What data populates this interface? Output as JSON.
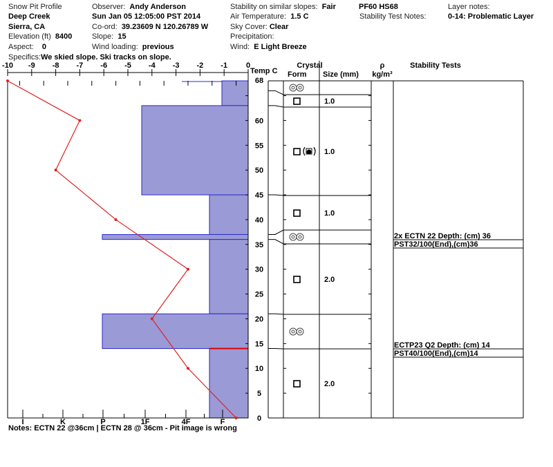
{
  "header": {
    "title": "Snow Pit Profile",
    "location": "Deep Creek",
    "region": "Sierra, CA",
    "elevation_label": "Elevation (ft)",
    "elevation": "8400",
    "aspect_label": "Aspect:",
    "aspect": "0",
    "specifics_label": "Specifics:",
    "specifics": "We skied slope. Ski tracks on slope.",
    "observer_label": "Observer:",
    "observer": "Andy Anderson",
    "datetime": "Sun Jan 05 12:05:00 PST 2014",
    "coord_label": "Co-ord:",
    "coord": "39.23609 N 120.26789 W",
    "slope_label": "Slope:",
    "slope": "15",
    "wind_loading_label": "Wind loading:",
    "wind_loading": "previous",
    "stability_label": "Stability on similar slopes:",
    "stability": "Fair",
    "air_temp_label": "Air Temperature:",
    "air_temp": "1.5 C",
    "sky_label": "Sky Cover:",
    "sky": "Clear",
    "precip_label": "Precipitation:",
    "wind_label": "Wind:",
    "wind": "E Light Breeze",
    "pf_hs": "PF60 HS68",
    "stability_notes_label": "Stability Test Notes:",
    "layer_notes_label": "Layer notes:",
    "layer_notes": "0-14: Problematic Layer"
  },
  "notes": "Notes:  ECTN 22 @36cm | ECTN 28 @ 36cm - Pit image is wrong",
  "chart_data": {
    "type": "line",
    "title": "Snow Pit Profile",
    "xlabel": "Temp C",
    "x_ticks": [
      "-10",
      "-9",
      "-8",
      "-7",
      "-6",
      "-5",
      "-4",
      "-3",
      "-2",
      "-1",
      "0"
    ],
    "xlim": [
      -10,
      0
    ],
    "ylim": [
      0,
      68
    ],
    "y_ticks": [
      "68",
      "60",
      "55",
      "50",
      "45",
      "40",
      "35",
      "30",
      "25",
      "20",
      "15",
      "10",
      "5",
      "0"
    ],
    "hardness_ticks": [
      "I",
      "K",
      "P",
      "1F",
      "4F",
      "F"
    ],
    "temperature_profile": [
      {
        "depth": 68,
        "temp": -10
      },
      {
        "depth": 60,
        "temp": -7
      },
      {
        "depth": 50,
        "temp": -8
      },
      {
        "depth": 40,
        "temp": -5.5
      },
      {
        "depth": 30,
        "temp": -2.5
      },
      {
        "depth": 20,
        "temp": -4
      },
      {
        "depth": 10,
        "temp": -2.5
      },
      {
        "depth": 0,
        "temp": -0.5
      }
    ],
    "hardness_layers": [
      {
        "top": 68,
        "bottom": 63,
        "hardness": "F-"
      },
      {
        "top": 63,
        "bottom": 45,
        "hardness": "1F"
      },
      {
        "top": 45,
        "bottom": 37,
        "hardness": "F"
      },
      {
        "top": 37,
        "bottom": 36,
        "hardness": "P"
      },
      {
        "top": 36,
        "bottom": 21,
        "hardness": "F"
      },
      {
        "top": 21,
        "bottom": 14,
        "hardness": "P"
      },
      {
        "top": 14,
        "bottom": 0,
        "hardness": "F"
      }
    ],
    "problem_layer_depth": 14,
    "colors": {
      "temperature": "#e02020",
      "hardness_fill": "#9a9ad6",
      "hardness_edge": "#2a2acc"
    }
  },
  "table": {
    "crystal_header": "Crystal",
    "form_header": "Form",
    "size_header": "Size (mm)",
    "density_header": "ρ",
    "density_unit": "kg/m³",
    "stability_header": "Stability Tests",
    "crystal_layers": [
      {
        "top": 68,
        "bottom": 66,
        "form": "rounds",
        "size": ""
      },
      {
        "top": 66,
        "bottom": 63,
        "form": "facets",
        "size": "1.0"
      },
      {
        "top": 63,
        "bottom": 45,
        "form": "facets-rounding",
        "size": "1.0"
      },
      {
        "top": 45,
        "bottom": 37,
        "form": "facets",
        "size": "1.0"
      },
      {
        "top": 37,
        "bottom": 36,
        "form": "rounds",
        "size": ""
      },
      {
        "top": 36,
        "bottom": 21,
        "form": "facets",
        "size": "2.0"
      },
      {
        "top": 21,
        "bottom": 14,
        "form": "rounds",
        "size": ""
      },
      {
        "top": 14,
        "bottom": 0,
        "form": "facets",
        "size": "2.0"
      }
    ],
    "stability_tests": [
      {
        "text": "2x ECTN 22   Depth: (cm) 36",
        "depth": 36
      },
      {
        "text": "PST32/100(End),(cm)36",
        "depth": 36
      },
      {
        "text": "ECTP23 Q2 Depth: (cm) 14",
        "depth": 14
      },
      {
        "text": "PST40/100(End),(cm)14",
        "depth": 14
      }
    ]
  }
}
